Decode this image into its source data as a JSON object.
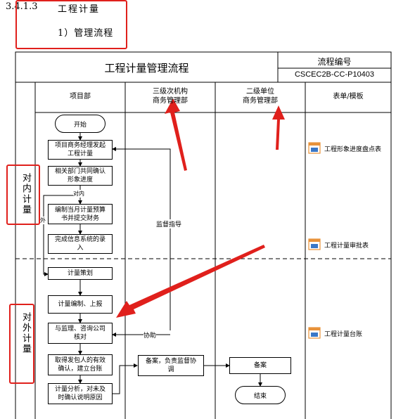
{
  "heading": {
    "section": "3.4.1.3",
    "title": "工程计量",
    "subtitle": "1）管理流程"
  },
  "table": {
    "title": "工程计量管理流程",
    "code_label": "流程编号",
    "code_value": "CSCEC2B-CC-P10403"
  },
  "columns": [
    {
      "label": "项目部"
    },
    {
      "label": "三级次机构\n商务管理部"
    },
    {
      "label": "二级单位\n商务管理部"
    },
    {
      "label": "表单/模板"
    }
  ],
  "sections": {
    "internal": "对内计量",
    "external": "对外计量"
  },
  "nodes": {
    "start": "开始",
    "n1": "项目商务经理发起\n工程计量",
    "n2": "相关部门共同确认\n形象进度",
    "n3": "编制当月计量预算\n书并提交财务",
    "n4": "完成信息系统的录\n入",
    "n5": "计量策划",
    "n6": "计量编制、上报",
    "n7": "与监理、咨询公司\n核对",
    "n8": "取得发包人的有效\n确认，建立台账",
    "n9": "计量分析，对未及\n时确认说明原因",
    "n10": "备案，负责监督协\n调",
    "n11": "备案",
    "end": "结束"
  },
  "edge_labels": {
    "internal": "对内",
    "external": "外",
    "supervise": "监督指导",
    "assist": "协助"
  },
  "forms": [
    {
      "label": "工程形象进度盘点表"
    },
    {
      "label": "工程计量审批表"
    },
    {
      "label": "工程计量台账"
    }
  ],
  "colors": {
    "annotation_red": "#e0201c",
    "icon_orange": "#e8923a",
    "icon_blue": "#3a78c8"
  }
}
